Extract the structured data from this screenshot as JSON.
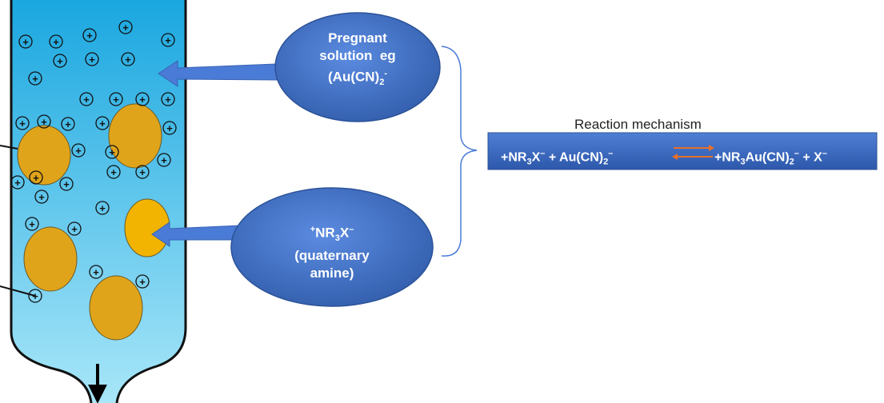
{
  "pregnant_label": {
    "line1": "Pregnant",
    "line2": "solution  eg",
    "line3": "(Au(CN)",
    "line3_sub": "2",
    "line3_sup": "-"
  },
  "amine_label": {
    "line1_sup": "+",
    "line1": "NR",
    "line1_sub": "3",
    "line1_tail": "X",
    "line1_tail_sup": "–",
    "line2": "(quaternary",
    "line3": "amine)"
  },
  "mechanism": {
    "title": "Reaction mechanism",
    "left_a": "+NR",
    "left_a_sub": "3",
    "left_b": "X",
    "left_b_sup": "–",
    "left_c": " + Au(CN)",
    "left_c_sub": "2",
    "left_c_sup": "–",
    "right_a": "+NR",
    "right_a_sub": "3",
    "right_b": "Au(CN)",
    "right_b_sub": "2",
    "right_b_sup": "–",
    "right_c": " + X",
    "right_c_sup": "–"
  },
  "ion_symbol": "+",
  "colors": {
    "liquid": "#1fb6e6",
    "bead": "#e0a41a",
    "bead_bright": "#f2b400",
    "oval": "#3f6ec4",
    "arrow": "#4a7bd6",
    "equilibrium": "#e8702a",
    "banner": "#3a67c0"
  }
}
